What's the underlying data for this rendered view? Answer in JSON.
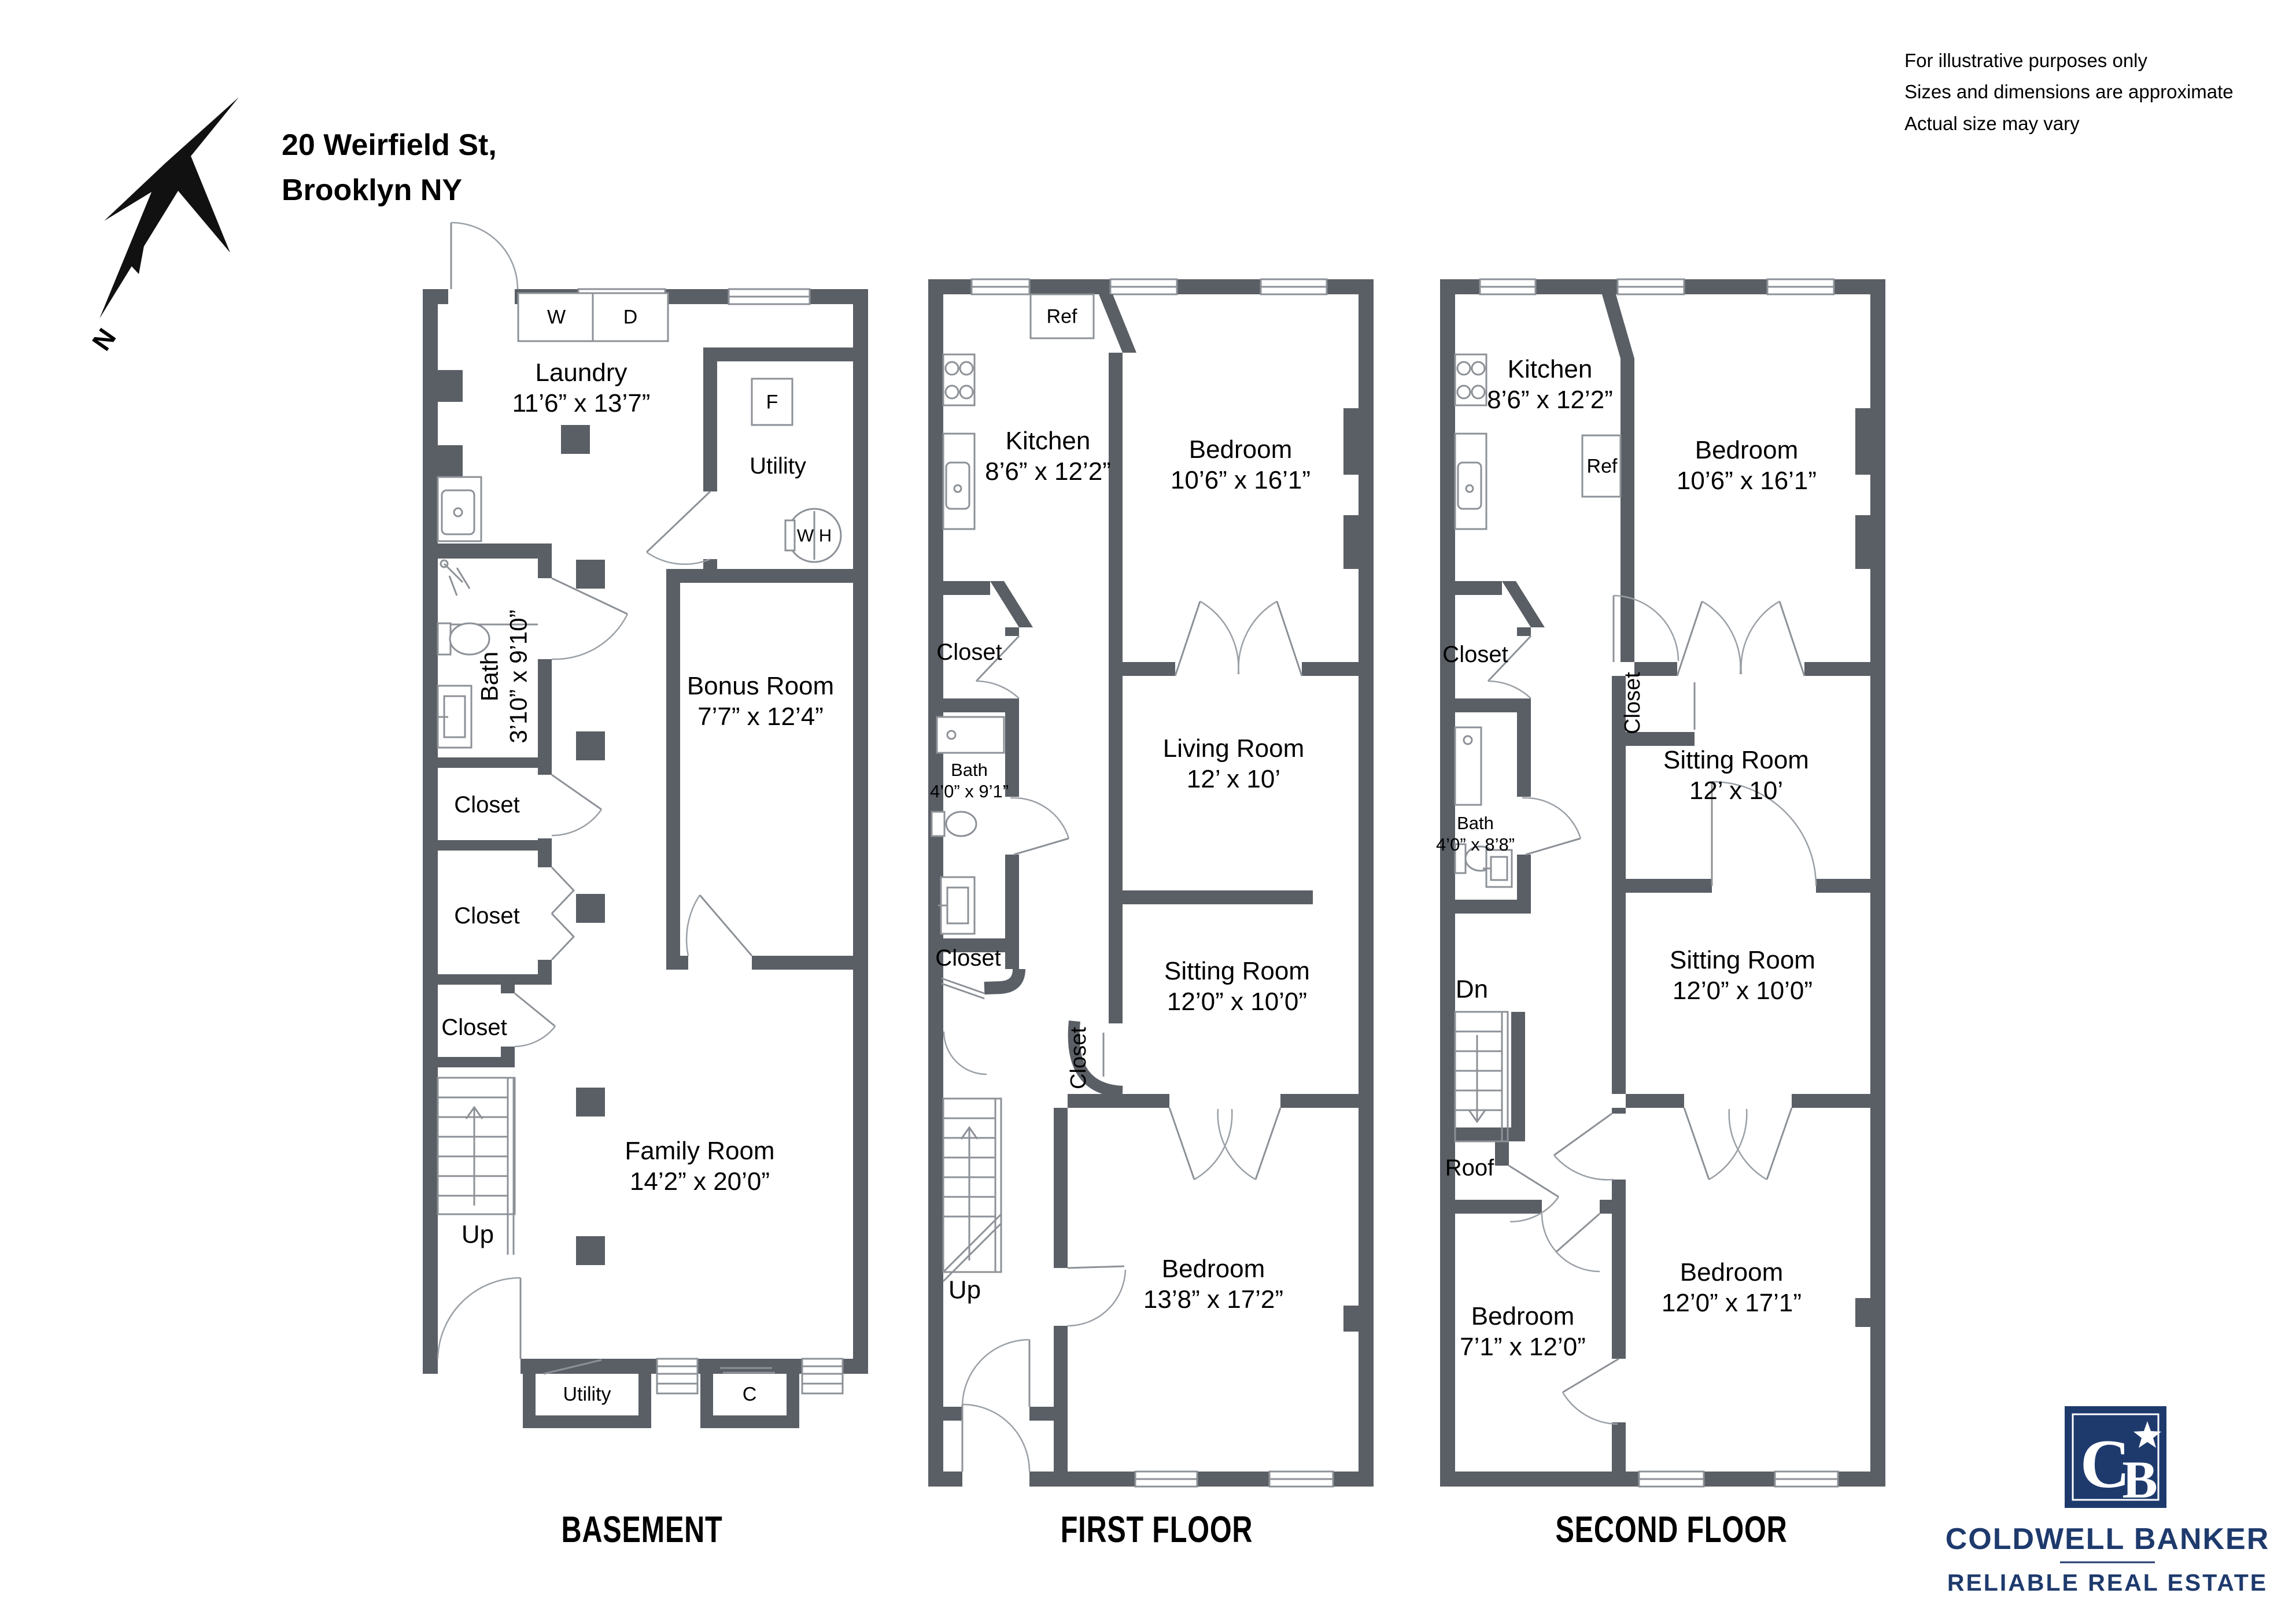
{
  "header": {
    "title_line1": "20 Weirfield St,",
    "title_line2": "Brooklyn NY"
  },
  "disclaimer": {
    "line1": "For illustrative purposes only",
    "line2": "Sizes and dimensions are approximate",
    "line3": "Actual size may vary"
  },
  "compass": {
    "north_label": "N"
  },
  "colors": {
    "wall": "#5a5e65",
    "fixture_line": "#8c9197",
    "logo_navy": "#1e3a6d"
  },
  "floors": [
    {
      "caption": "BASEMENT",
      "rooms": {
        "laundry": {
          "name": "Laundry",
          "dims": "11’6” x 13’7”"
        },
        "bath": {
          "name": "Bath",
          "dims": "3’10” x 9’10”"
        },
        "closet_upper": {
          "name": "Closet"
        },
        "closet_middle": {
          "name": "Closet"
        },
        "closet_lower": {
          "name": "Closet"
        },
        "bonus": {
          "name": "Bonus Room",
          "dims": "7’7” x 12’4”"
        },
        "family": {
          "name": "Family Room",
          "dims": "14’2” x 20’0”"
        },
        "utility_room": {
          "name": "Utility"
        },
        "utility_small": {
          "name": "Utility"
        },
        "stairs_up": {
          "name": "Up"
        },
        "washer": {
          "name": "W"
        },
        "dryer": {
          "name": "D"
        },
        "furnace": {
          "name": "F"
        },
        "water_heater": {
          "name": "W H"
        },
        "closet_c": {
          "name": "C"
        }
      }
    },
    {
      "caption": "FIRST FLOOR",
      "rooms": {
        "ref": {
          "name": "Ref"
        },
        "kitchen": {
          "name": "Kitchen",
          "dims": "8’6” x 12’2”"
        },
        "bedroom_top": {
          "name": "Bedroom",
          "dims": "10’6” x 16’1”"
        },
        "closet_upper": {
          "name": "Closet"
        },
        "bath": {
          "name": "Bath",
          "dims": "4’0” x 9’1”"
        },
        "living": {
          "name": "Living Room",
          "dims": "12’ x 10’"
        },
        "closet_lower": {
          "name": "Closet"
        },
        "closet_curved": {
          "name": "Closet"
        },
        "sitting": {
          "name": "Sitting Room",
          "dims": "12’0” x 10’0”"
        },
        "stairs_up": {
          "name": "Up"
        },
        "bedroom_bottom": {
          "name": "Bedroom",
          "dims": "13’8” x 17’2”"
        }
      }
    },
    {
      "caption": "SECOND FLOOR",
      "rooms": {
        "kitchen": {
          "name": "Kitchen",
          "dims": "8’6” x 12’2”"
        },
        "ref": {
          "name": "Ref"
        },
        "bedroom_top": {
          "name": "Bedroom",
          "dims": "10’6” x 16’1”"
        },
        "closet_upper": {
          "name": "Closet"
        },
        "closet_curved": {
          "name": "Closet"
        },
        "sitting_upper": {
          "name": "Sitting Room",
          "dims": "12’ x 10’"
        },
        "bath": {
          "name": "Bath",
          "dims": "4’0” x 8’8”"
        },
        "stairs_dn": {
          "name": "Dn"
        },
        "sitting_lower": {
          "name": "Sitting Room",
          "dims": "12’0” x 10’0”"
        },
        "roof": {
          "name": "Roof"
        },
        "bedroom_left": {
          "name": "Bedroom",
          "dims": "7’1” x 12’0”"
        },
        "bedroom_right": {
          "name": "Bedroom",
          "dims": "12’0” x 17’1”"
        }
      }
    }
  ],
  "logo": {
    "monogram_c": "C",
    "monogram_b": "B",
    "name": "COLDWELL BANKER",
    "tagline": "RELIABLE REAL ESTATE"
  }
}
